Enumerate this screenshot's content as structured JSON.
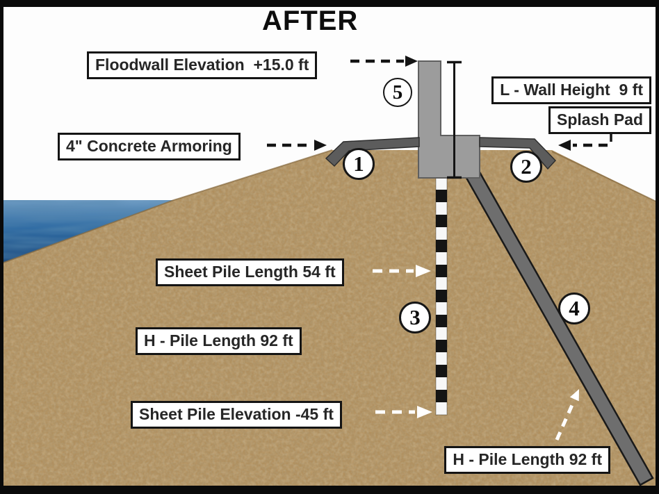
{
  "title": "AFTER",
  "labels": {
    "floodwall_elevation": "Floodwall Elevation  +15.0 ft",
    "wall_height": "L - Wall Height  9 ft",
    "splash_pad": "Splash Pad",
    "concrete_armoring": "4\" Concrete Armoring",
    "sheet_pile_length": "Sheet Pile Length 54 ft",
    "h_pile_length": "H - Pile Length 92 ft",
    "sheet_pile_elevation": "Sheet Pile Elevation -45 ft",
    "h_pile_length_battered": "H - Pile Length 92 ft"
  },
  "markers": [
    "1",
    "2",
    "3",
    "4",
    "5"
  ],
  "colors": {
    "soil": "#b08f5e",
    "water_top": "#6f9cc3",
    "water_bottom": "#1c4a7d",
    "wall": "#9c9c9c",
    "armoring": "#5c5c5c",
    "pile": "#6e6e6e",
    "sheet_pile_dark": "#141414",
    "sheet_pile_light": "#f7f7f7",
    "frame": "#0a0a0a",
    "arrow_black": "#141414",
    "arrow_white": "#ffffff",
    "label_bg": "#ffffff",
    "label_border": "#141414"
  }
}
